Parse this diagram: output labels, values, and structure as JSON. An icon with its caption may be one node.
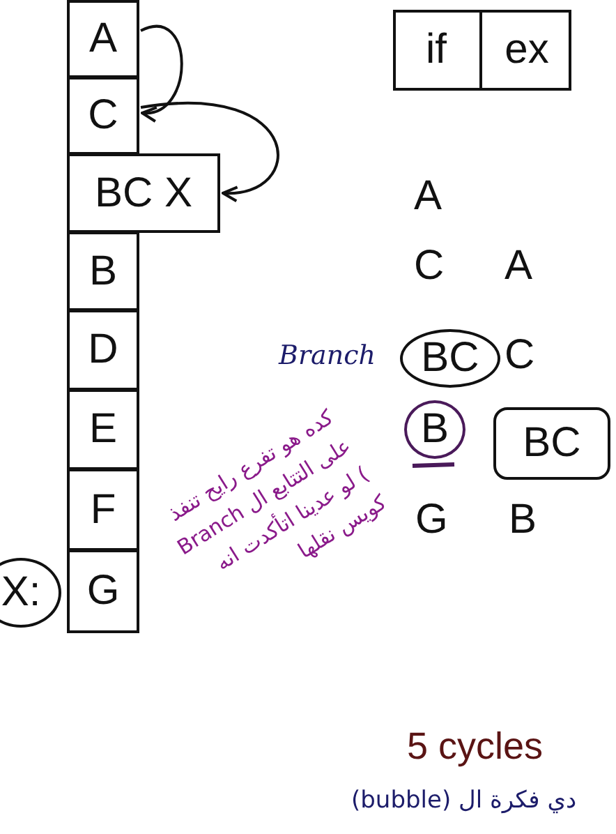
{
  "diagram": {
    "nodes": [
      {
        "text": [
          "A"
        ]
      },
      {
        "text": [
          "C"
        ]
      },
      {
        "text": [
          "BC X"
        ]
      },
      {
        "text": [
          "B"
        ]
      },
      {
        "text": [
          "D"
        ]
      },
      {
        "text": [
          "E"
        ]
      },
      {
        "text": [
          "F"
        ]
      },
      {
        "text": [
          "G"
        ]
      },
      {
        "text": [
          "X:"
        ]
      },
      {
        "text": [
          "BC"
        ]
      },
      {
        "text": [
          "B"
        ]
      },
      {
        "text": [
          "BC"
        ]
      }
    ],
    "edges": [
      {
        "from": 0,
        "to": 1,
        "arrow": "to"
      },
      {
        "from": 1,
        "to": 2,
        "arrow": "to"
      }
    ],
    "labels": [
      "if",
      "ex",
      "A",
      "C",
      "A",
      "Branch",
      "C",
      "كده هو تفرع رايح تنفذ على التتابع ال Branch ) لو عدينا اتأكدت انه كويس نقلها",
      "G",
      "B",
      "5 cycles",
      "دي فكرة ال (bubble)"
    ]
  }
}
